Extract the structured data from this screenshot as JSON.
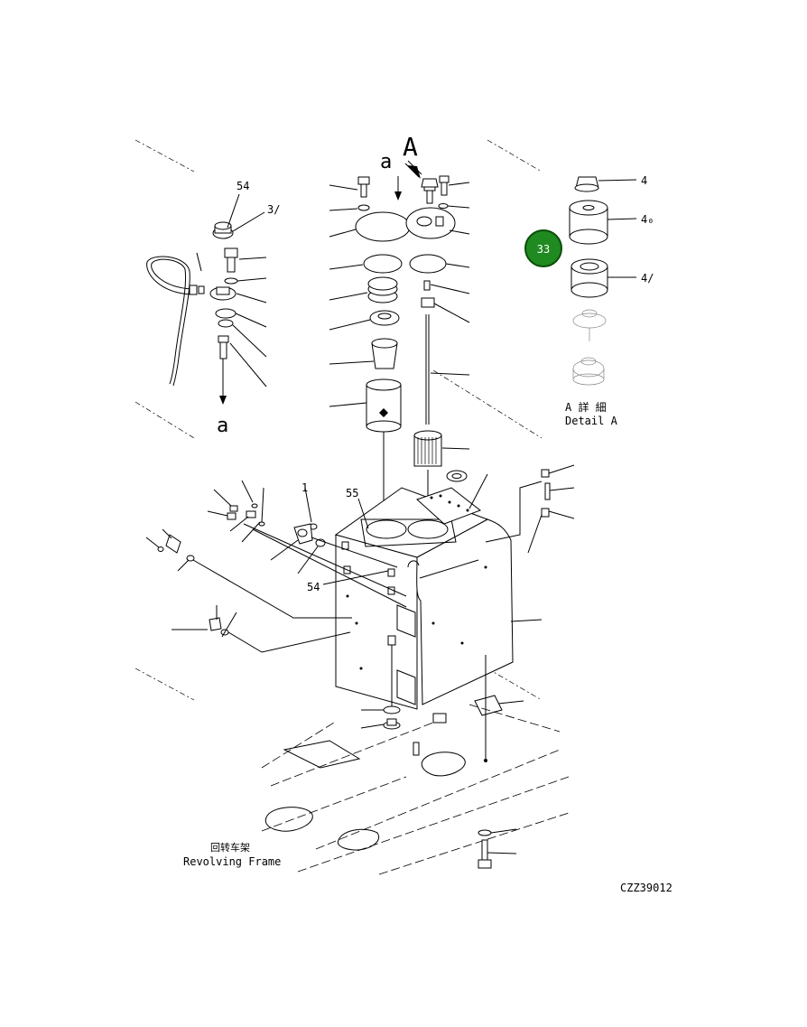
{
  "drawing_code": "CZZ39012",
  "page_badge": "33",
  "badge_color": "#1f8a1f",
  "callouts": {
    "c54_top": "54",
    "c37": "3/",
    "c4": "4",
    "c40": "4₀",
    "c41": "4/",
    "c55": "55",
    "c1": "1",
    "c54_mid": "54"
  },
  "view_marker": "A",
  "ref_a_top": "a",
  "ref_a_bottom": "a",
  "detail_label": {
    "cn": "A 詳 細",
    "en": "Detail A"
  },
  "frame_label": {
    "cn": "回转车架",
    "en": "Revolving Frame"
  }
}
